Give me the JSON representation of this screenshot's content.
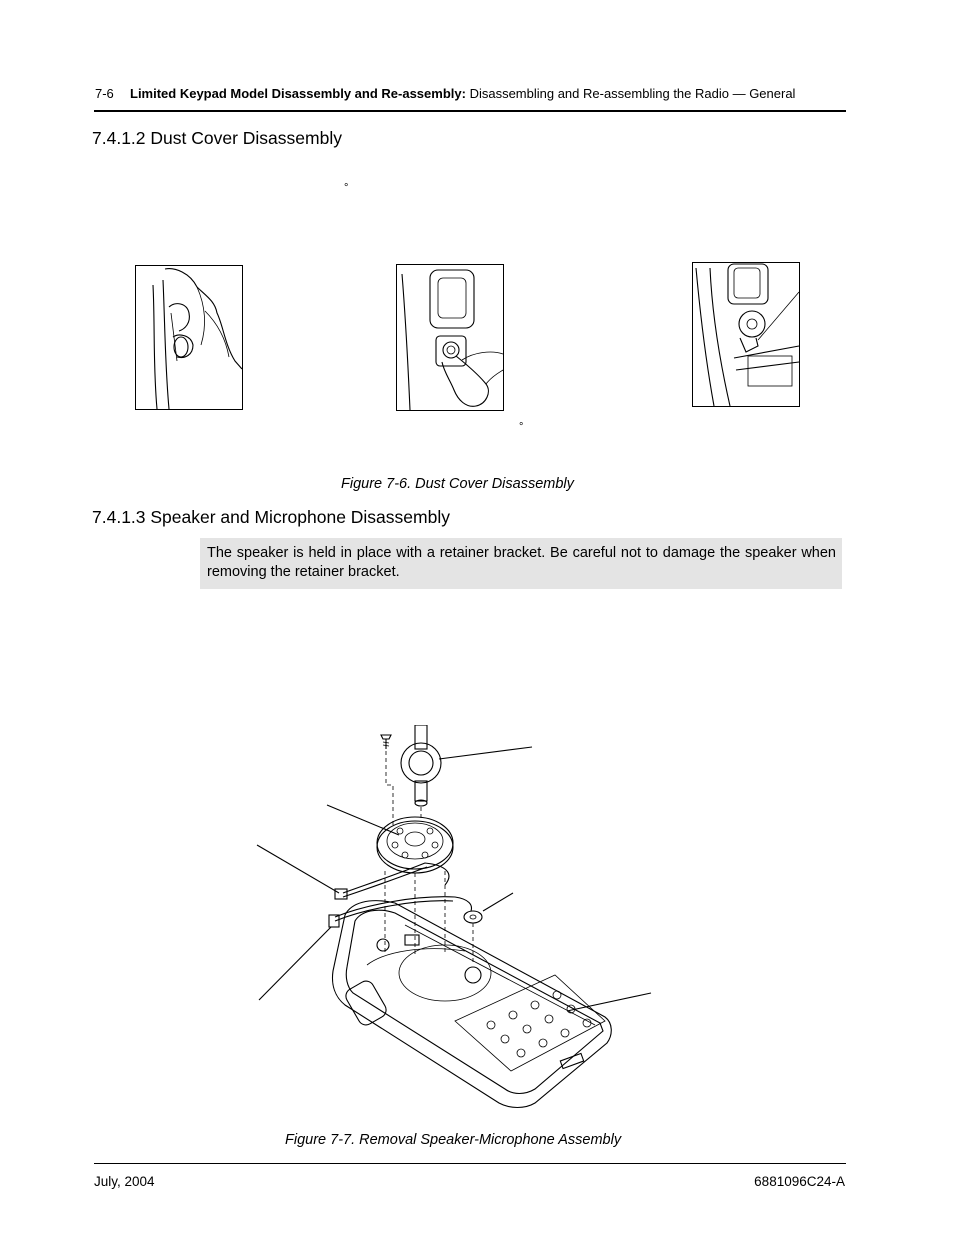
{
  "header": {
    "page_number": "7-6",
    "chapter_title": "Limited Keypad Model Disassembly and Re-assembly:",
    "section_title": "Disassembling and Re-assembling the Radio — General"
  },
  "section_dust": {
    "heading": "7.4.1.2  Dust Cover Disassembly",
    "degree_mark_1": "°",
    "degree_mark_2": "°",
    "figure_caption": "Figure 7-6.  Dust Cover Disassembly"
  },
  "section_speaker": {
    "heading": "7.4.1.3  Speaker and Microphone Disassembly",
    "note": "The speaker is held in place with a retainer bracket. Be careful not to damage the speaker when removing the retainer bracket.",
    "figure_caption": "Figure 7-7.  Removal Speaker-Microphone Assembly"
  },
  "footer": {
    "date": "July, 2004",
    "doc_number": "6881096C24-A"
  }
}
